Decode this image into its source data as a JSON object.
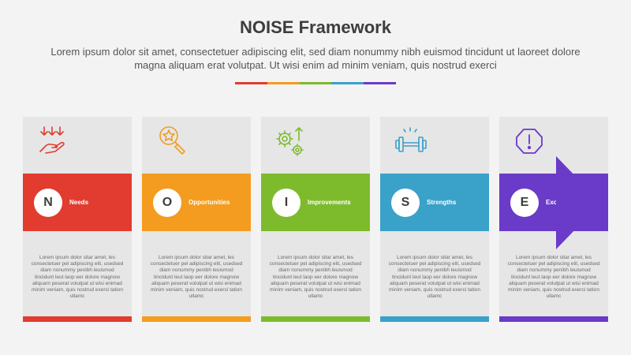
{
  "title": "NOISE Framework",
  "subtitle": "Lorem ipsum dolor sit amet, consectetuer adipiscing elit, sed diam nonummy nibh euismod tincidunt ut laoreet dolore magna aliquam erat volutpat. Ut wisi enim ad minim veniam, quis nostrud exerci",
  "title_bar_colors": [
    "#e23b2f",
    "#f39c1f",
    "#7dbb2c",
    "#3aa1c9",
    "#6a3ac9"
  ],
  "columns": [
    {
      "letter": "N",
      "label": "Needs",
      "color": "#e23b2f",
      "icon": "hand-arrows-down-icon",
      "text": "Lorem ipsum dolor sitar amet, les consectetuer pel adipiscing elit, usedsed diam nonummy penibh leuismod tincidunt leut laop eer dolore magnow aliquam peserat volutpat ut wisi enimad minim veniam, quis nostrud exerci tation ullamc"
    },
    {
      "letter": "O",
      "label": "Opportunities",
      "color": "#f39c1f",
      "icon": "magnifier-star-icon",
      "text": "Lorem ipsum dolor sitar amet, les consectetuer pel adipiscing elit, usedsed diam nonummy penibh leuismod tincidunt leut laop eer dolore magnow aliquam peserat volutpat ut wisi enimad minim veniam, quis nostrud exerci tation ullamc"
    },
    {
      "letter": "I",
      "label": "Improvements",
      "color": "#7dbb2c",
      "icon": "gears-arrow-up-icon",
      "text": "Lorem ipsum dolor sitar amet, les consectetuer pel adipiscing elit, usedsed diam nonummy penibh leuismod tincidunt leut laop eer dolore magnow aliquam peserat volutpat ut wisi enimad minim veniam, quis nostrud exerci tation ullamc"
    },
    {
      "letter": "S",
      "label": "Strengths",
      "color": "#3aa1c9",
      "icon": "dumbbell-icon",
      "text": "Lorem ipsum dolor sitar amet, les consectetuer pel adipiscing elit, usedsed diam nonummy penibh leuismod tincidunt leut laop eer dolore magnow aliquam peserat volutpat ut wisi enimad minim veniam, quis nostrud exerci tation ullamc"
    },
    {
      "letter": "E",
      "label": "Exceptions",
      "color": "#6a3ac9",
      "icon": "exclamation-hexagon-icon",
      "text": "Lorem ipsum dolor sitar amet, les consectetuer pel adipiscing elit, usedsed diam nonummy penibh leuismod tincidunt leut laop eer dolore magnow aliquam peserat volutpat ut wisi enimad minim veniam, quis nostrud exerci tation ullamc"
    }
  ]
}
